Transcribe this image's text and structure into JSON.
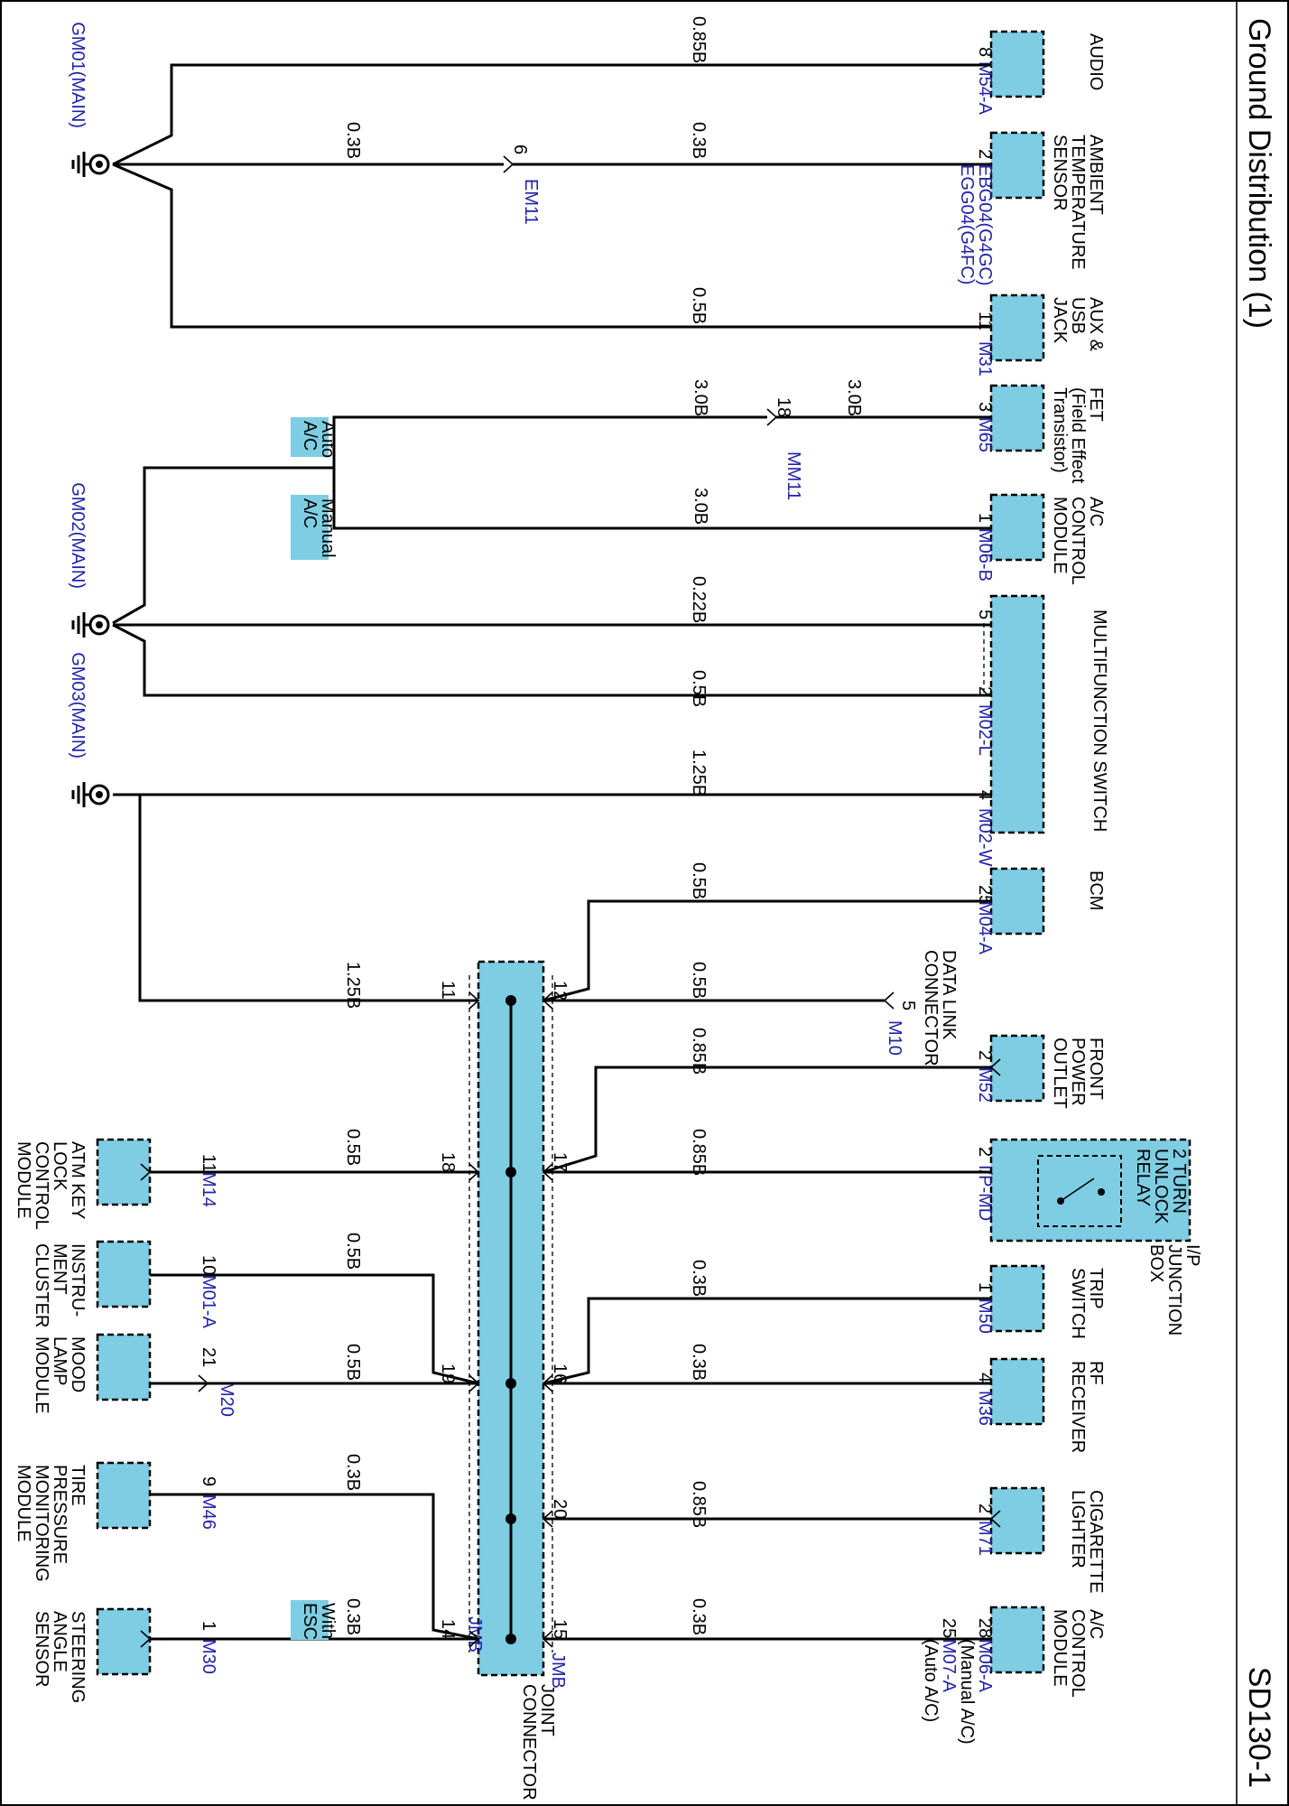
{
  "header": {
    "title": "Ground Distribution (1)",
    "page_code": "SD130-1"
  },
  "grounds": {
    "gm01": "GM01(MAIN)",
    "gm02": "GM02(MAIN)",
    "gm03": "GM03(MAIN)"
  },
  "components": {
    "audio": {
      "name": [
        "AUDIO"
      ],
      "connector": "M54-A",
      "pin": "8",
      "wire": "0.85B"
    },
    "ambient": {
      "name": [
        "AMBIENT",
        "TEMPERATURE",
        "SENSOR"
      ],
      "connector1": "EBG04(G4GC)",
      "connector2": "EGG04(G4FC)",
      "pin": "2",
      "wire_right": "0.3B",
      "wire_left": "0.3B",
      "inline_connector": "EM11",
      "inline_pin": "6"
    },
    "aux": {
      "name": [
        "AUX &",
        "USB",
        "JACK"
      ],
      "connector": "M31",
      "pin": "11",
      "wire": "0.5B"
    },
    "fet": {
      "name": [
        "FET",
        "(Field Effect",
        "Transistor)"
      ],
      "connector": "M65",
      "pin": "3",
      "wire_right": "3.0B",
      "wire_left": "3.0B",
      "inline_connector": "MM11",
      "inline_pin": "18",
      "option": [
        "Auto",
        "A/C"
      ]
    },
    "ac1": {
      "name": [
        "A/C",
        "CONTROL",
        "MODULE"
      ],
      "connector": "M06-B",
      "pin": "1",
      "wire": "3.0B",
      "option": [
        "Manual",
        "A/C"
      ]
    },
    "mfs": {
      "name": [
        "MULTIFUNCTION SWITCH"
      ],
      "connector1": "M02-L",
      "connector2": "M02-W",
      "pin_a": "5",
      "pin_b": "2",
      "pin_c": "4",
      "wire_a": "0.22B",
      "wire_b": "0.5B",
      "wire_c": "1.25B"
    },
    "bcm": {
      "name": [
        "BCM"
      ],
      "connector": "M04-A",
      "pin": "25",
      "wire": "0.5B"
    },
    "dlc": {
      "name": [
        "DATA LINK",
        "CONNECTOR"
      ],
      "connector": "M10",
      "pin": "5",
      "wire": "0.5B"
    },
    "fpo": {
      "name": [
        "FRONT",
        "POWER",
        "OUTLET"
      ],
      "connector": "M52",
      "pin": "2",
      "wire": "0.85B"
    },
    "ipjb": {
      "name": [
        "2 TURN",
        "UNLOCK",
        "RELAY"
      ],
      "box": [
        "I/P",
        "JUNCTION",
        "BOX"
      ],
      "connector": "I/P-MD",
      "pin": "2",
      "wire": "0.85B"
    },
    "trip": {
      "name": [
        "TRIP",
        "SWITCH"
      ],
      "connector": "M50",
      "pin": "1",
      "wire": "0.3B"
    },
    "rf": {
      "name": [
        "RF",
        "RECEIVER"
      ],
      "connector": "M36",
      "pin": "4",
      "wire": "0.3B"
    },
    "cig": {
      "name": [
        "CIGARETTE",
        "LIGHTER"
      ],
      "connector": "M71",
      "pin": "2",
      "wire": "0.85B"
    },
    "ac2": {
      "name": [
        "A/C",
        "CONTROL",
        "MODULE"
      ],
      "connector1": "M06-A",
      "note1": "(Manual A/C)",
      "connector2": "M07-A",
      "note2": "(Auto A/C)",
      "pin1": "28",
      "pin2": "25",
      "wire": "0.3B"
    },
    "atm": {
      "name": [
        "ATM KEY",
        "LOCK",
        "CONTROL",
        "MODULE"
      ],
      "connector": "M14",
      "pin": "11",
      "wire": "0.5B"
    },
    "inst": {
      "name": [
        "INSTRU-",
        "MENT",
        "CLUSTER"
      ],
      "connector": "M01-A",
      "pin": "10",
      "wire": "0.5B"
    },
    "mood": {
      "name": [
        "MOOD",
        "LAMP",
        "MODULE"
      ],
      "connector": "M20",
      "pin": "21",
      "wire": "0.5B"
    },
    "tpms": {
      "name": [
        "TIRE",
        "PRESSURE",
        "MONITORING",
        "MODULE"
      ],
      "connector": "M46",
      "pin": "9",
      "wire": "0.3B"
    },
    "sas": {
      "name": [
        "STEERING",
        "ANGLE",
        "SENSOR"
      ],
      "connector": "M30",
      "pin": "1",
      "wire": "0.3B",
      "option": [
        "With",
        "ESC"
      ]
    },
    "gm03wire": "1.25B"
  },
  "joint": {
    "name": [
      "JOINT",
      "CONNECTOR"
    ],
    "label_left": "JMB",
    "label_right": "JMB",
    "pins_right": [
      "12",
      "17",
      "16",
      "20",
      "15"
    ],
    "pins_left": [
      "11",
      "18",
      "19",
      "14"
    ]
  }
}
